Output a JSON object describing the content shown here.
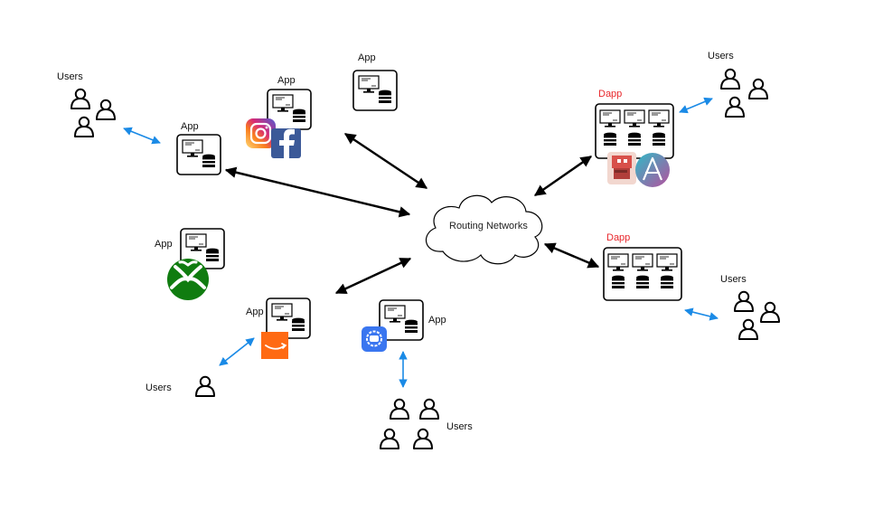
{
  "labels": {
    "users": "Users",
    "app": "App",
    "dapp": "Dapp",
    "routing": "Routing Networks"
  },
  "colors": {
    "black_arrow": "#000000",
    "blue_arrow": "#1a8ae6",
    "dapp_label": "#e8262b",
    "xbox": "#107c10",
    "amazon": "#ff6a13",
    "signal": "#3a76f0",
    "facebook": "#3b5998",
    "instagram": "#dd2a7b",
    "aave": "#2ebac6"
  },
  "icons": [
    "instagram-icon",
    "facebook-icon",
    "xbox-icon",
    "amazon-icon",
    "signal-icon",
    "aave-icon",
    "dapp-token-icon"
  ]
}
